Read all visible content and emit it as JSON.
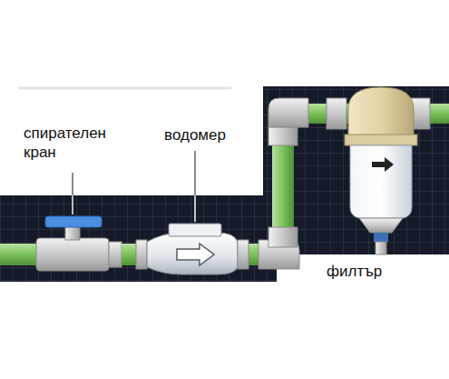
{
  "diagram": {
    "labels": [
      "спирателен кран",
      "водомер",
      "филтър"
    ]
  }
}
